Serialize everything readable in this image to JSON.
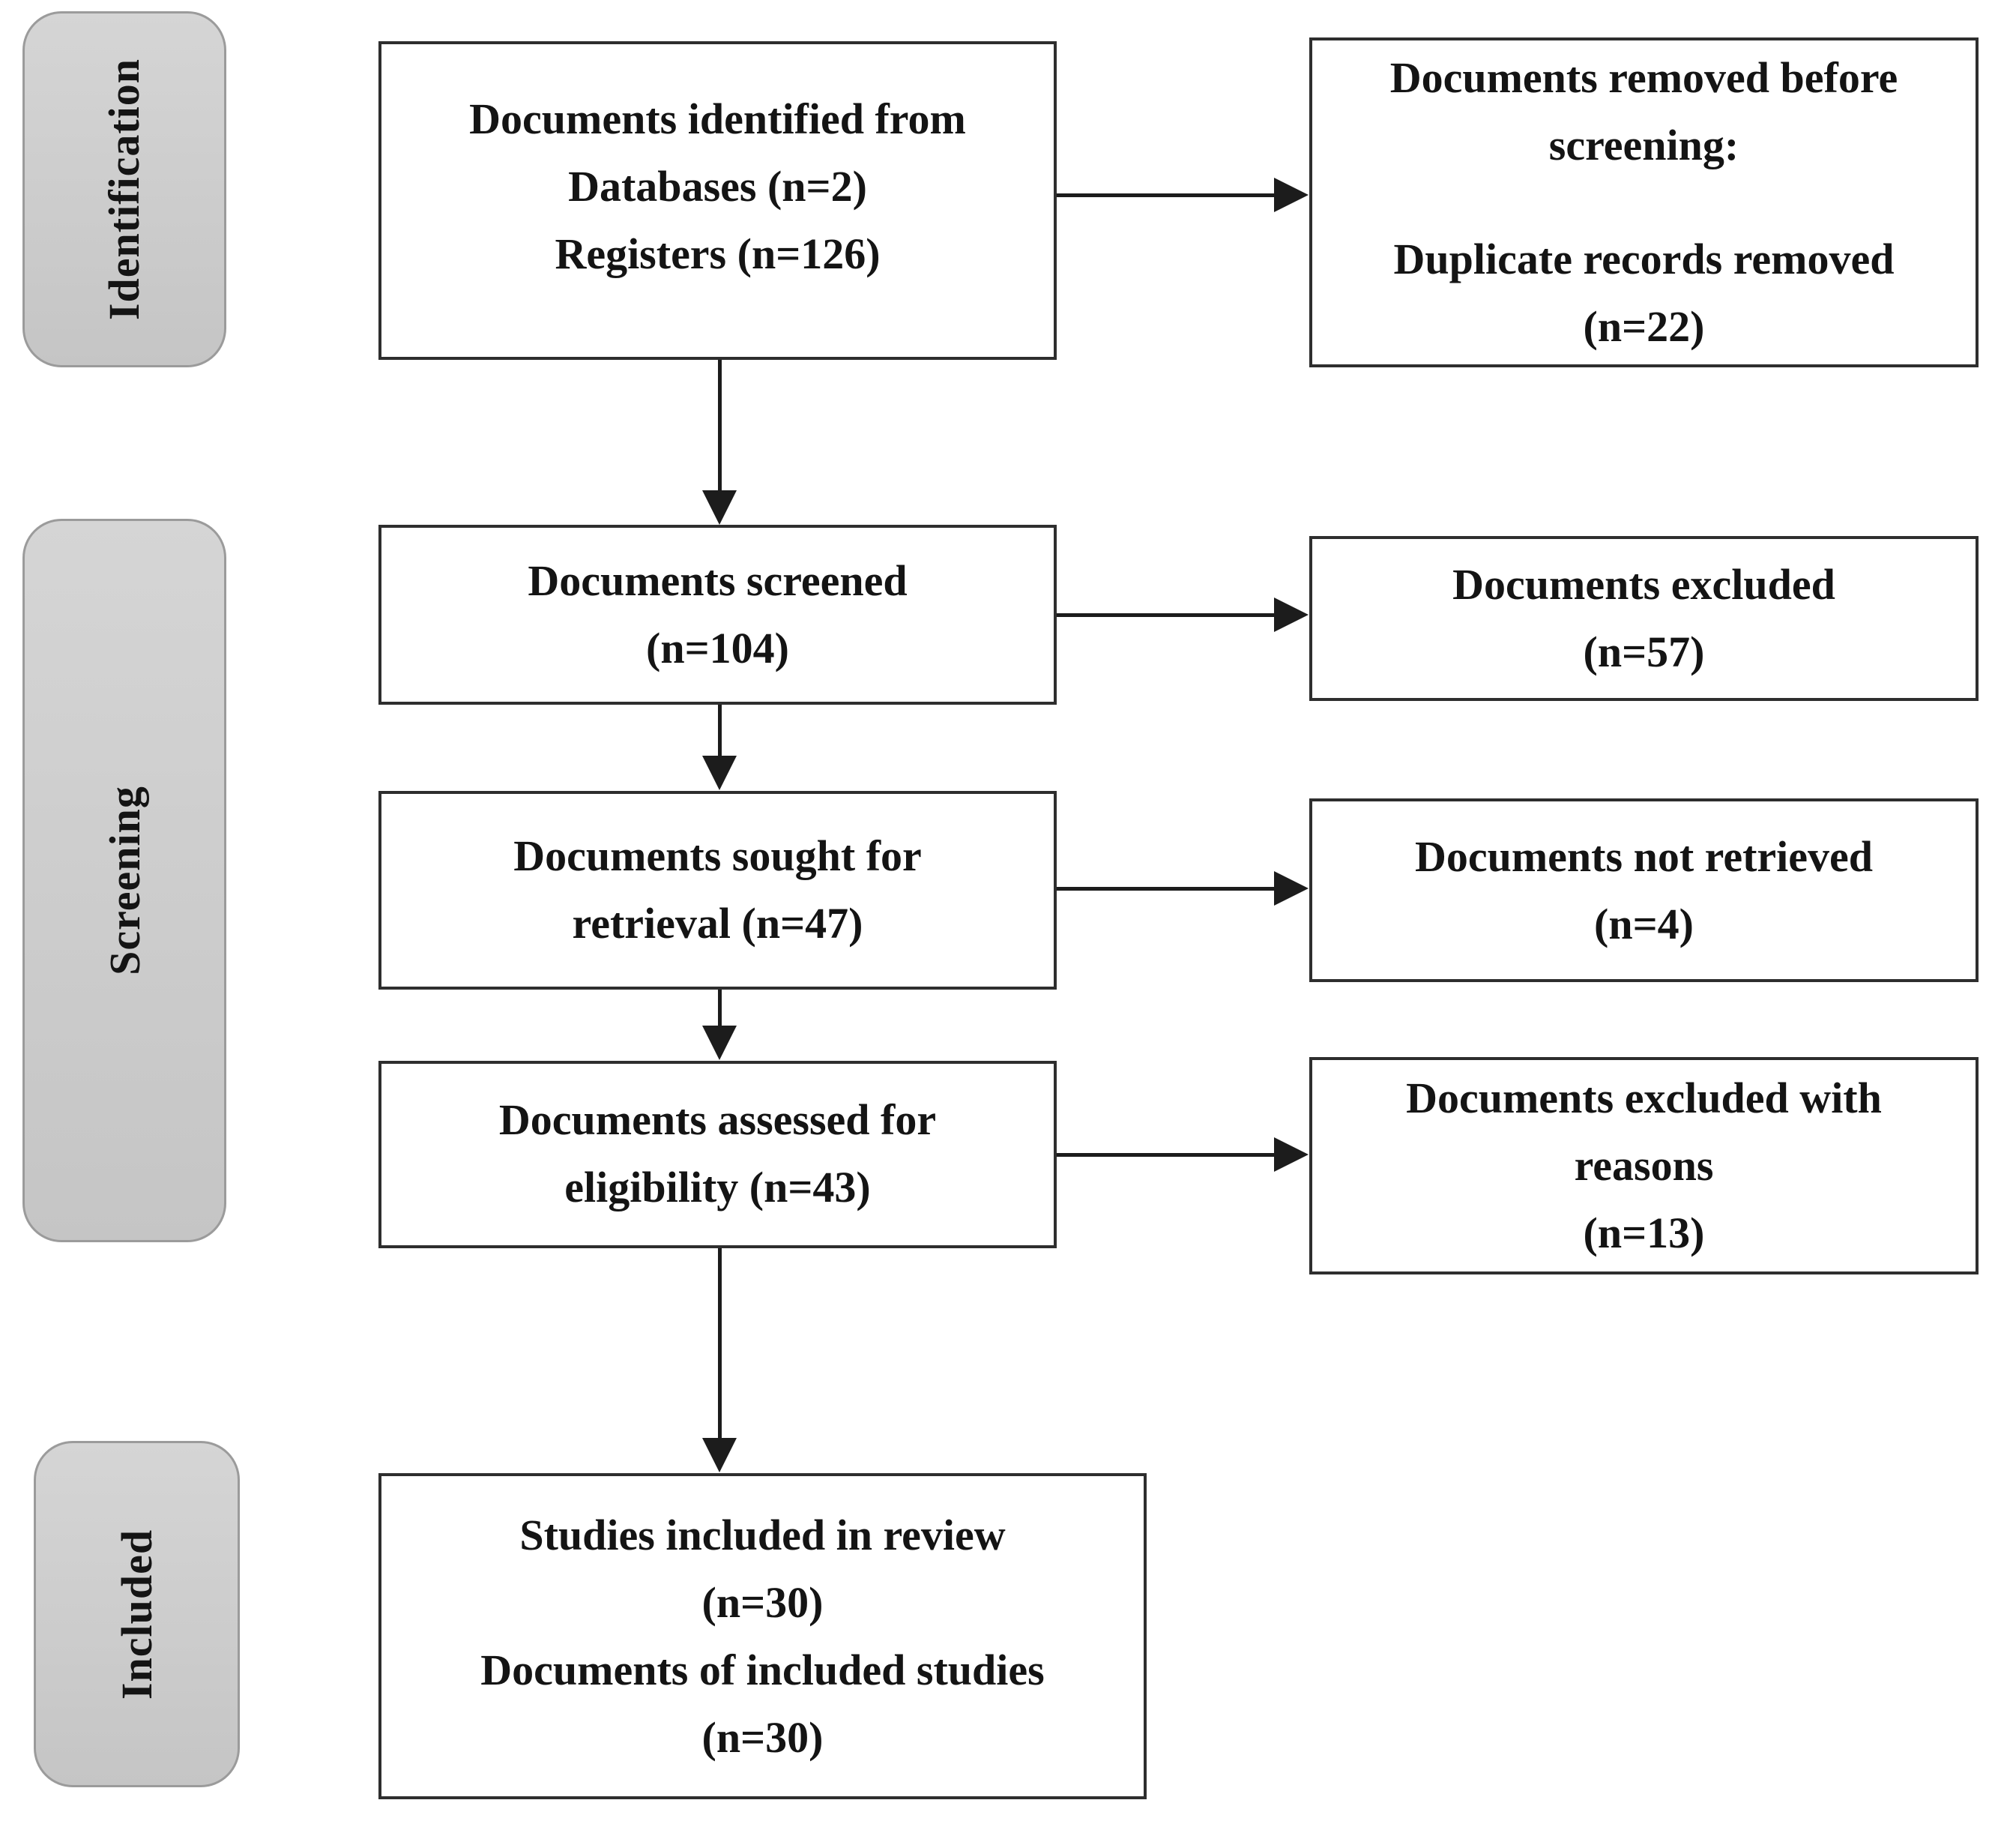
{
  "stages": {
    "identification": "Identification",
    "screening": "Screening",
    "included": "Included"
  },
  "boxes": {
    "identified": {
      "lines": [
        "Documents identified from",
        "Databases (n=2)",
        "Registers (n=126)"
      ]
    },
    "removed": {
      "para1": [
        "Documents removed before",
        "screening:"
      ],
      "para2": [
        "Duplicate records removed",
        "(n=22)"
      ]
    },
    "screened": {
      "lines": [
        "Documents screened",
        "(n=104)"
      ]
    },
    "excluded": {
      "lines": [
        "Documents excluded",
        "(n=57)"
      ]
    },
    "sought": {
      "lines": [
        "Documents sought for",
        "retrieval (n=47)"
      ]
    },
    "not_retrieved": {
      "lines": [
        "Documents not retrieved",
        "(n=4)"
      ]
    },
    "assessed": {
      "lines": [
        "Documents assessed for",
        "eligibility (n=43)"
      ]
    },
    "excluded_reasons": {
      "lines": [
        "Documents excluded with",
        "reasons",
        "(n=13)"
      ]
    },
    "included_final": {
      "lines": [
        "Studies included in review",
        "(n=30)",
        "Documents of included studies",
        "(n=30)"
      ]
    }
  },
  "counts": {
    "databases": 2,
    "registers": 126,
    "duplicates_removed": 22,
    "screened": 104,
    "excluded": 57,
    "sought_retrieval": 47,
    "not_retrieved": 4,
    "assessed_eligibility": 43,
    "excluded_with_reasons": 13,
    "studies_included": 30,
    "documents_of_included": 30
  },
  "colors": {
    "stage_fill_top": "#d5d5d5",
    "stage_fill_bottom": "#c5c5c5",
    "stage_border": "#9b9b9b",
    "box_border": "#2e2e2e",
    "arrow": "#1c1c1c",
    "text": "#141414",
    "background": "#ffffff"
  }
}
